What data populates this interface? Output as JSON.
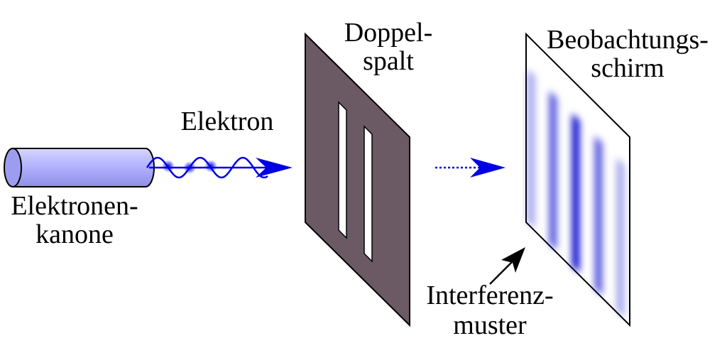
{
  "labels": {
    "gun_line1": "Elektronen-",
    "gun_line2": "kanone",
    "electron": "Elektron",
    "slit_line1": "Doppel-",
    "slit_line2": "spalt",
    "screen_line1": "Beobachtungs-",
    "screen_line2": "schirm",
    "pattern_line1": "Interferenz-",
    "pattern_line2": "muster"
  },
  "colors": {
    "gun_fill": "#b3b3ff",
    "wave": "#0000e6",
    "slit_plate": "#6b5a63",
    "fringe": "#0000cc",
    "outline": "#000000"
  },
  "icons": {
    "gun": "cylinder-shape",
    "wave": "sine-wave-arrow",
    "pointer": "arrow-icon"
  }
}
